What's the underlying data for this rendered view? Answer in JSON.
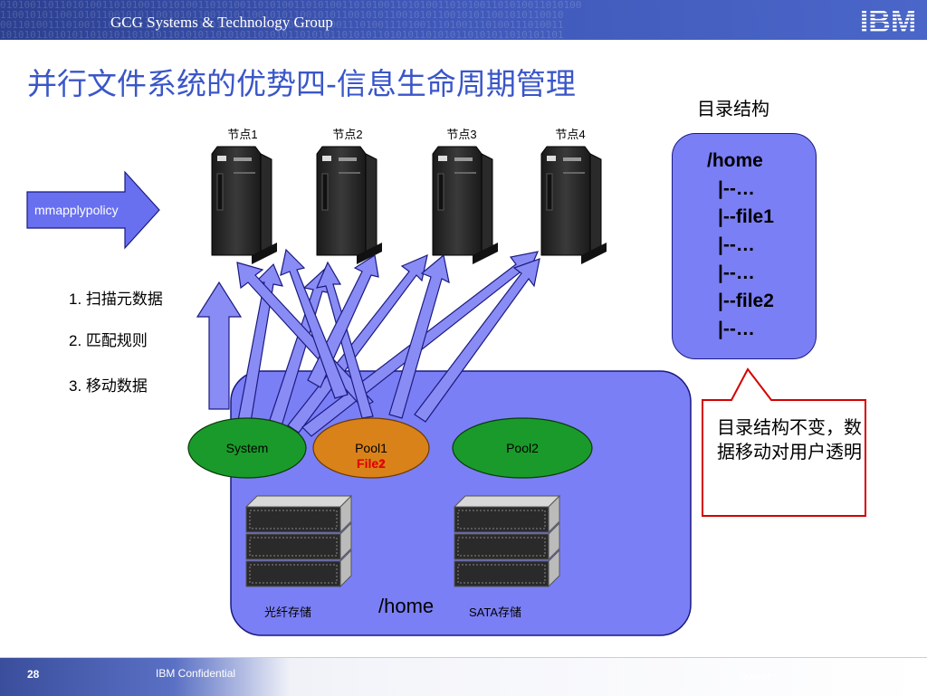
{
  "header": {
    "title": "GCG Systems & Technology Group",
    "logo_text": "IBM",
    "colors": {
      "bar": "#3a52b4"
    }
  },
  "slide": {
    "title": "并行文件系统的优势四-信息生命周期管理",
    "policy_command": "mmapplypolicy",
    "nodes": [
      {
        "label": "节点1"
      },
      {
        "label": "节点2"
      },
      {
        "label": "节点3"
      },
      {
        "label": "节点4"
      }
    ],
    "steps": [
      {
        "text": "1. 扫描元数据"
      },
      {
        "text": "2. 匹配规则"
      },
      {
        "text": "3. 移动数据"
      }
    ],
    "directory": {
      "title": "目录结构",
      "lines": [
        "/home",
        "|--…",
        "|--file1",
        "|--…",
        "|--…",
        "|--file2",
        "|--…"
      ]
    },
    "callout": {
      "text": "目录结构不变，数据移动对用户透明"
    },
    "pools": [
      {
        "name": "System",
        "color": "#1a9a2a",
        "files": ""
      },
      {
        "name": "Pool1",
        "color": "#d9821a",
        "files": "File2"
      },
      {
        "name": "Pool2",
        "color": "#1a9a2a",
        "files": ""
      }
    ],
    "overlap_file_label": "File1",
    "storage": [
      {
        "label": "光纤存储"
      },
      {
        "label": "SATA存储"
      }
    ],
    "filesystem_label": "/home",
    "colors": {
      "diagram_fill": "#7b7ff5",
      "arrow_fill": "#8a8cf5",
      "callout_border": "#d40000",
      "title_text": "#3a56c8"
    }
  },
  "footer": {
    "page_number": "28",
    "confidential": "IBM Confidential",
    "owner": "Owner :"
  }
}
